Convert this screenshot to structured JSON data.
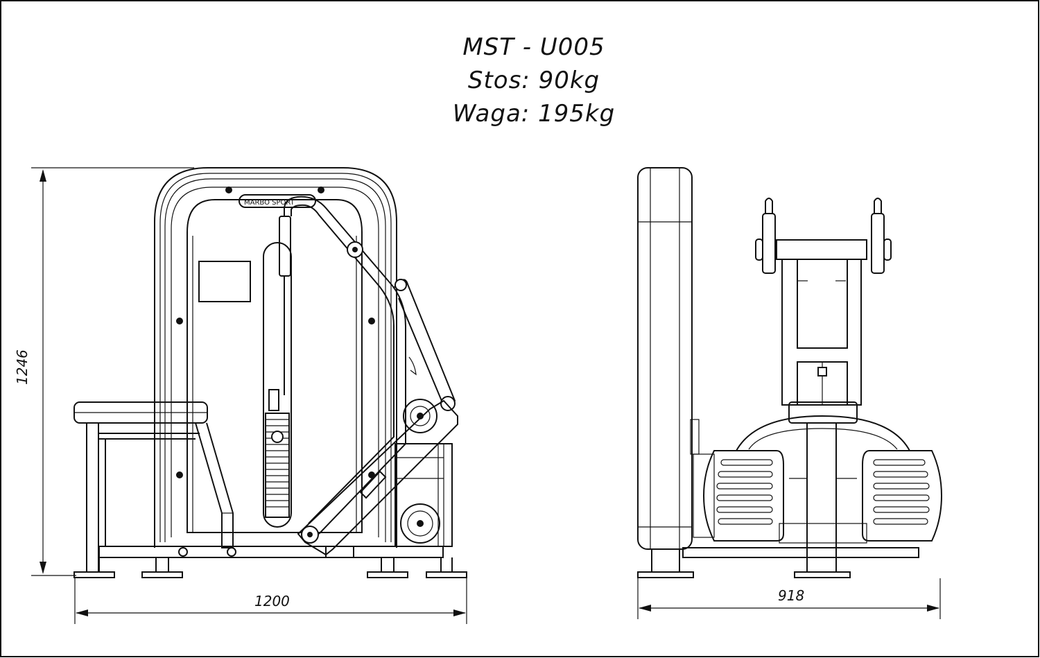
{
  "title": {
    "model": "MST - U005",
    "stack": "Stos: 90kg",
    "weight": "Waga: 195kg"
  },
  "dimensions": {
    "height": "1246",
    "width_front": "1200",
    "width_side": "918"
  },
  "logo_text": "MARBO SPORT"
}
